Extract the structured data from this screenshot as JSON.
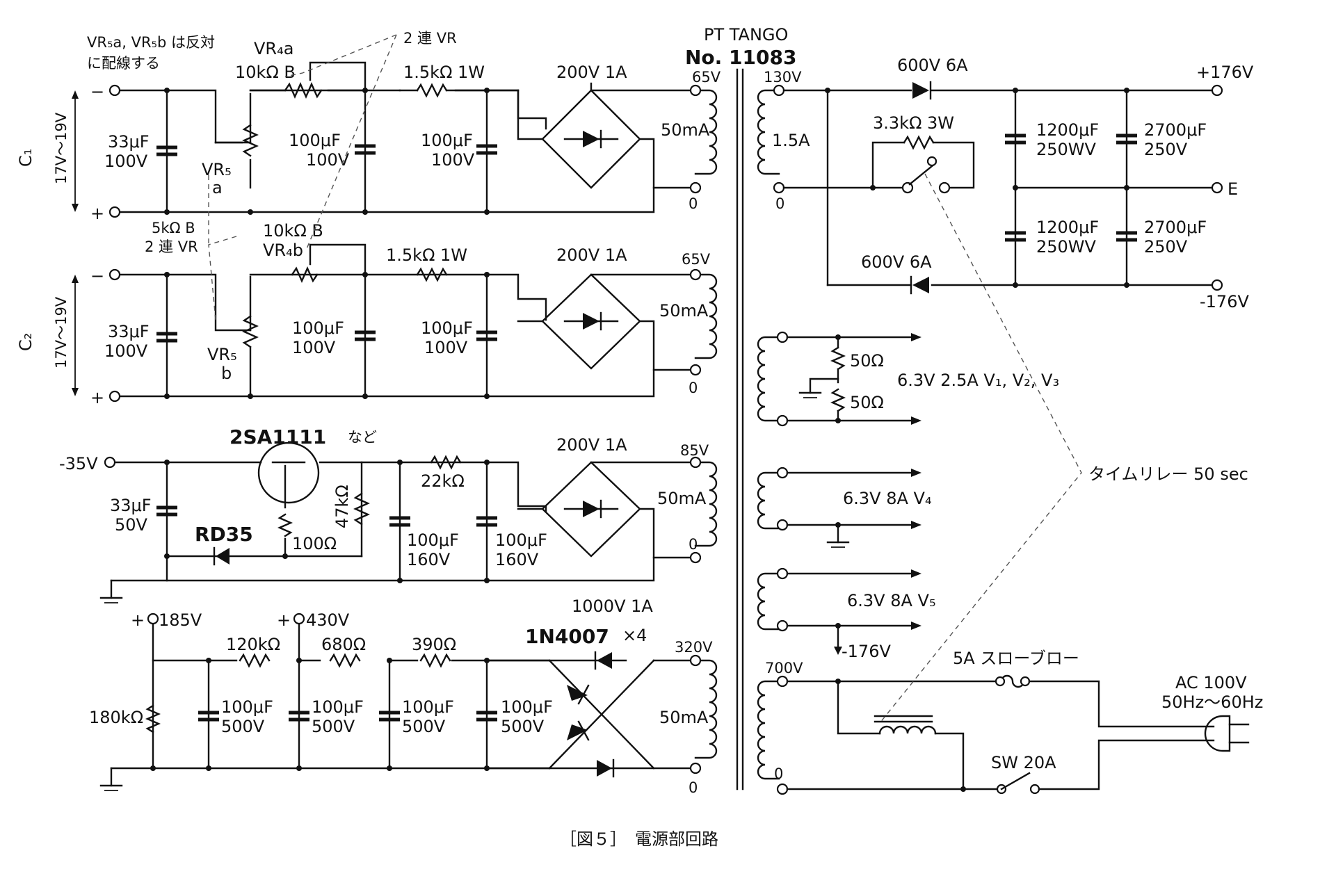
{
  "figure": {
    "caption": "［図５］　電源部回路"
  },
  "transformer": {
    "maker": "PT TANGO",
    "model": "No. 11083",
    "primary": {
      "top_tap": "700V",
      "bottom_tap": "0"
    },
    "sec_hv_high": {
      "top": "130V",
      "current": "1.5A",
      "bottom": "0"
    },
    "sec_c1": {
      "top": "65V",
      "current": "50mA",
      "bottom": "0"
    },
    "sec_c2": {
      "top": "65V",
      "current": "50mA",
      "bottom": "0"
    },
    "sec_bias": {
      "top": "85V",
      "current": "50mA",
      "bottom": "0"
    },
    "sec_b": {
      "top": "320V",
      "current": "50mA",
      "bottom": "0"
    }
  },
  "heater_windings": [
    {
      "label": "6.3V 2.5A  V₁, V₂, V₃",
      "r_top": "50Ω",
      "r_bottom": "50Ω"
    },
    {
      "label": "6.3V 8A    V₄"
    },
    {
      "label": "6.3V 8A    V₅",
      "ref": "-176V"
    }
  ],
  "hv_supply": {
    "diode_top": "600V 6A",
    "diode_bottom": "600V 6A",
    "resistor": "3.3kΩ 3W",
    "caps_left": [
      "1200μF 250WV",
      "1200μF 250WV"
    ],
    "caps_right": [
      "2700μF 250V",
      "2700μF 250V"
    ],
    "out_pos": "+176V",
    "out_ground": "E",
    "out_neg": "-176V"
  },
  "relay": {
    "label": "タイムリレー  50 sec"
  },
  "mains": {
    "fuse": "5A スローブロー",
    "switch": "SW 20A",
    "input": "AC 100V",
    "freq": "50Hz～60Hz"
  },
  "c1_supply": {
    "label": "C₁",
    "range": "17V～19V",
    "note": "VR₅a, VR₅b は反対\nに配線する",
    "vr4": "VR₄a",
    "vr4_value": "10kΩ B",
    "vr5": "VR₅",
    "vr5_sub": "a",
    "gang_label": "2 連 VR",
    "cap_in": "33μF\n100V",
    "cap_mid": "100μF\n100V",
    "cap_out": "100μF\n100V",
    "res": "1.5kΩ 1W",
    "bridge": "200V 1A"
  },
  "c2_supply": {
    "label": "C₂",
    "range": "17V～19V",
    "vr5_value": "5kΩ B",
    "gang_label": "2 連 VR",
    "vr4": "VR₄b",
    "vr4_value": "10kΩ B",
    "vr5": "VR₅",
    "vr5_sub": "b",
    "cap_in": "33μF\n100V",
    "cap_mid": "100μF\n100V",
    "cap_out": "100μF\n100V",
    "res": "1.5kΩ 1W",
    "bridge": "200V 1A"
  },
  "bias_supply": {
    "output": "-35V",
    "transistor": "2SA1111",
    "transistor_note": "など",
    "zener": "RD35",
    "r_emitter": "100Ω",
    "r_bias": "47kΩ",
    "r_series": "22kΩ",
    "cap_in": "33μF\n50V",
    "cap_a": "100μF\n160V",
    "cap_b": "100μF\n160V",
    "bridge": "200V 1A"
  },
  "b_supply": {
    "out1": "185V",
    "out2": "430V",
    "r_bleed": "180kΩ",
    "r1": "120kΩ",
    "r2": "680Ω",
    "r3": "390Ω",
    "caps": [
      "100μF\n500V",
      "100μF\n500V",
      "100μF\n500V",
      "100μF\n500V"
    ],
    "diode_rating": "1000V 1A",
    "diode": "1N4007",
    "diode_count": "×4"
  }
}
